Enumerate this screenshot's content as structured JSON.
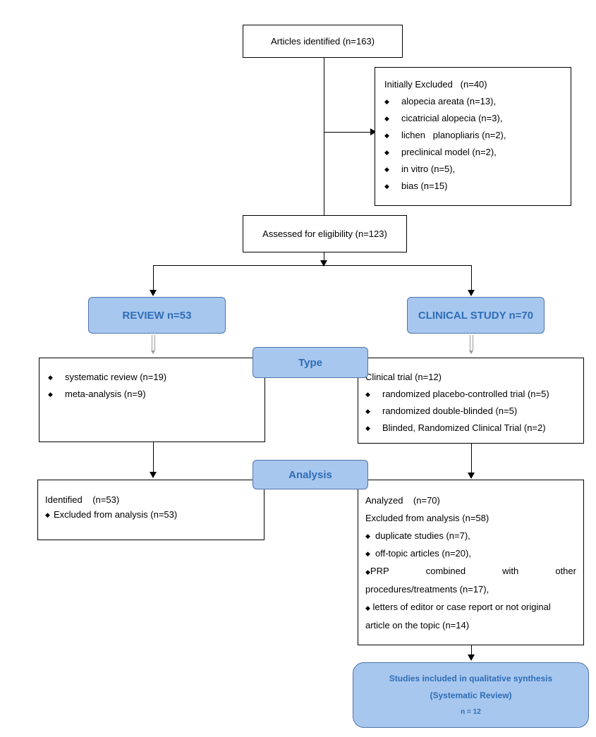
{
  "identified": "Articles identified (n=163)",
  "excluded": {
    "title": "Initially Excluded   (n=40)",
    "items": [
      "alopecia areata (n=13),",
      "cicatricial alopecia (n=3),",
      "lichen   planopliaris (n=2),",
      "preclinical model (n=2),",
      "in vitro (n=5),",
      "bias (n=15)"
    ]
  },
  "assessed": "Assessed for eligibility (n=123)",
  "review": "REVIEW n=53",
  "clinical": "CLINICAL STUDY n=70",
  "type_label": "Type",
  "analysis_label": "Analysis",
  "review_type": [
    "systematic review (n=19)",
    "meta-analysis (n=9)"
  ],
  "clinical_type": {
    "title": "Clinical trial (n=12)",
    "items": [
      "randomized placebo-controlled trial (n=5)",
      "randomized double-blinded (n=5)",
      "Blinded, Randomized Clinical Trial (n=2)"
    ]
  },
  "review_analysis": {
    "title": "Identified    (n=53)",
    "item": "Excluded from analysis (n=53)"
  },
  "clinical_analysis": {
    "analyzed": "Analyzed    (n=70)",
    "excluded": "Excluded from analysis (n=58)",
    "items": [
      "duplicate studies (n=7),",
      "off-topic articles (n=20),"
    ],
    "prp_words": [
      "PRP",
      "combined",
      "with",
      "other"
    ],
    "prp_line2": "procedures/treatments (n=17),",
    "letters_line1": "letters of editor or case report or not original",
    "letters_line2": "article on the topic (n=14)"
  },
  "final": {
    "line1": "Studies included in qualitative synthesis",
    "line2": "(Systematic Review)",
    "line3": "n = 12"
  },
  "bullet": "◆"
}
